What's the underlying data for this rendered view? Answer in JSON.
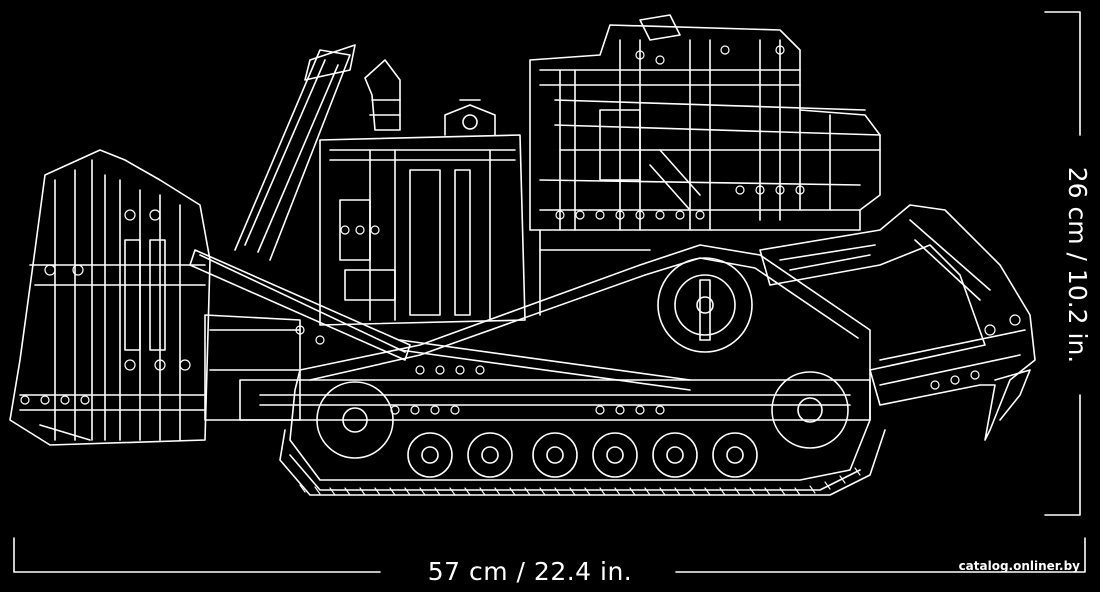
{
  "dimensions": {
    "width_label": "57 cm / 22.4 in.",
    "height_label": "26 cm / 10.2 in."
  },
  "watermark": "catalog.onliner.by",
  "colors": {
    "background": "#000000",
    "line": "#ffffff"
  }
}
